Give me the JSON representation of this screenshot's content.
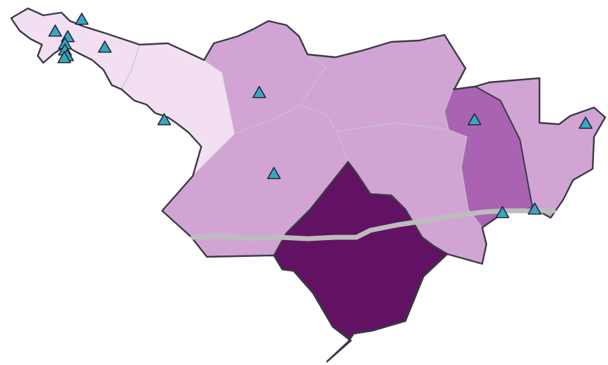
{
  "map": {
    "legend": [],
    "colors": {
      "level_1": "#f2e0f2",
      "level_2": "#d1a4d4",
      "level_3": "#a963b2",
      "level_4": "#611263",
      "border": "#3a3a45",
      "internal_border": "#c9c0cc",
      "highway": "#bdbdbd",
      "marker": "#3aa6c2"
    },
    "regions": [
      {
        "id": "northwest-strip",
        "class_level": 1
      },
      {
        "id": "west-band",
        "class_level": 1
      },
      {
        "id": "north-central",
        "class_level": 2
      },
      {
        "id": "north-east-central",
        "class_level": 2
      },
      {
        "id": "central-west",
        "class_level": 2
      },
      {
        "id": "central-east",
        "class_level": 2
      },
      {
        "id": "east-inner",
        "class_level": 3
      },
      {
        "id": "far-east",
        "class_level": 2
      },
      {
        "id": "south",
        "class_level": 4
      }
    ],
    "marker_icon": "triangle-icon",
    "marker_count": 15
  }
}
